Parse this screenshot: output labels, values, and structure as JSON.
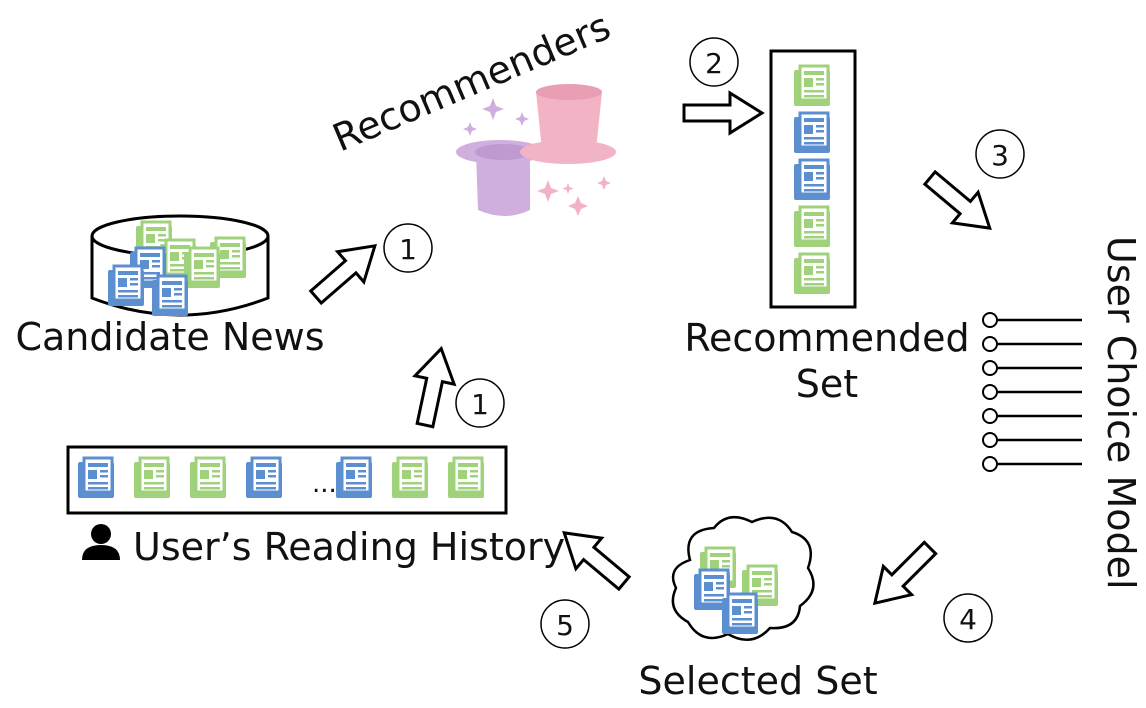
{
  "labels": {
    "recommenders": "Recommenders",
    "candidate_news": "Candidate News",
    "recommended_line1": "Recommended",
    "recommended_line2": "Set",
    "user_choice_model": "User Choice Model",
    "reading_history": "User’s Reading History",
    "selected_set": "Selected Set",
    "ellipsis": "..."
  },
  "steps": {
    "step1_top": "1",
    "step1_bottom": "1",
    "step2": "2",
    "step3": "3",
    "step4": "4",
    "step5": "5"
  },
  "recommended_set_items": [
    "green",
    "blue",
    "blue",
    "green",
    "green"
  ],
  "reading_history_items": [
    "blue",
    "green",
    "green",
    "blue",
    "blue",
    "green",
    "green"
  ],
  "colors": {
    "news_blue": "#5b8fd0",
    "news_green": "#9fd27b",
    "hat_purple": "#c8a0d8",
    "hat_pink": "#f0a6bb",
    "outline": "#000000"
  },
  "icons": {
    "news": "news-paper-icon",
    "user": "person-icon",
    "database": "database-cylinder-icon",
    "cloud": "cloud-icon",
    "hats": "magic-hat-icon",
    "choice": "choice-options-icon"
  }
}
